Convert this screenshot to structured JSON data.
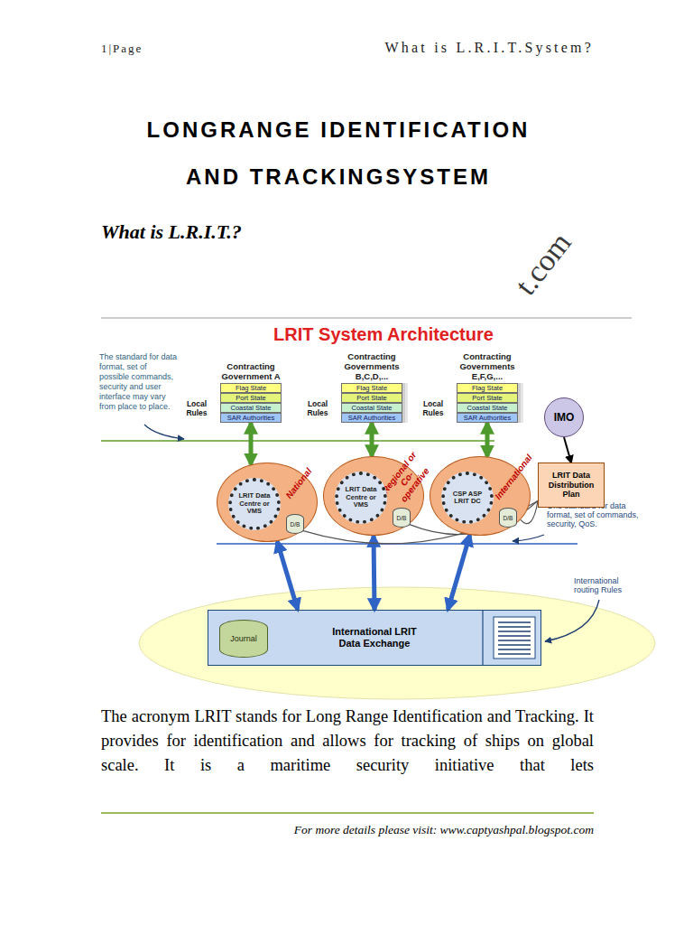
{
  "diagram": {
    "title": "LONGRANGE IDENTIFICATION AND TRACKINGSYSTEM",
    "nodes": [
      {
        "text": [
          "Contracting Government A"
        ]
      },
      {
        "text": [
          "Flag State"
        ],
        "in": 0
      },
      {
        "text": [
          "Port State"
        ],
        "in": 0
      },
      {
        "text": [
          "Coastal State"
        ],
        "in": 0
      },
      {
        "text": [
          "SAR Authorities"
        ],
        "in": 0
      },
      {
        "text": [
          "Contracting Governments B,C,D,..."
        ]
      },
      {
        "text": [
          "Flag State"
        ],
        "in": 5
      },
      {
        "text": [
          "Port State"
        ],
        "in": 5
      },
      {
        "text": [
          "Coastal State"
        ],
        "in": 5
      },
      {
        "text": [
          "SAR Authorities"
        ],
        "in": 5
      },
      {
        "text": [
          "Contracting Governments E,F,G,..."
        ]
      },
      {
        "text": [
          "Flag State"
        ],
        "in": 10
      },
      {
        "text": [
          "Port State"
        ],
        "in": 10
      },
      {
        "text": [
          "Coastal State"
        ],
        "in": 10
      },
      {
        "text": [
          "SAR Authorities"
        ],
        "in": 10
      },
      {
        "text": [
          "National"
        ]
      },
      {
        "text": [
          "LRIT Data Centre or VMS"
        ],
        "in": 15
      },
      {
        "text": [
          "D/B"
        ],
        "in": 15
      },
      {
        "text": [
          "Regional or Co-operative"
        ]
      },
      {
        "text": [
          "LRIT Data Centre or VMS"
        ],
        "in": 18
      },
      {
        "text": [
          "D/B"
        ],
        "in": 18
      },
      {
        "text": [
          "International"
        ]
      },
      {
        "text": [
          "CSP ASP LRIT DC"
        ],
        "in": 21
      },
      {
        "text": [
          "D/B"
        ],
        "in": 21
      },
      {
        "text": [
          "IMO"
        ]
      },
      {
        "text": [
          "LRIT Data Distribution Plan"
        ]
      },
      {
        "text": [
          "International LRIT Data Exchange"
        ]
      },
      {
        "text": [
          "Journal"
        ],
        "in": 26
      }
    ],
    "edges": [
      {
        "from": 0,
        "to": 15,
        "arrow": "both"
      },
      {
        "from": 5,
        "to": 18,
        "arrow": "both"
      },
      {
        "from": 10,
        "to": 21,
        "arrow": "both"
      },
      {
        "from": 15,
        "to": 26,
        "arrow": "both"
      },
      {
        "from": 18,
        "to": 26,
        "arrow": "both"
      },
      {
        "from": 21,
        "to": 26,
        "arrow": "both"
      },
      {
        "from": 24,
        "to": 25,
        "arrow": "to"
      },
      {
        "from": 25,
        "to": 15,
        "arrow": "none"
      },
      {
        "from": 25,
        "to": 18,
        "arrow": "none"
      },
      {
        "from": 25,
        "to": 21,
        "arrow": "none"
      }
    ],
    "labels": [
      "1|Page",
      "What is L.R.I.T.System?",
      "What is L.R.I.T.?",
      "t.com",
      "LRIT System Architecture",
      "The standard for data format, set of possible commands, security and user interface may vary from place to place.",
      "Local Rules",
      "Local Rules",
      "Local Rules",
      "One standard for data format, set of commands, security, QoS.",
      "International routing Rules",
      "The acronym LRIT stands for Long Range Identification and Tracking. It provides for identification and allows for tracking of ships on global scale. It is a maritime security initiative that lets",
      "For more details please visit: www.captyashpal.blogspot.com"
    ]
  }
}
